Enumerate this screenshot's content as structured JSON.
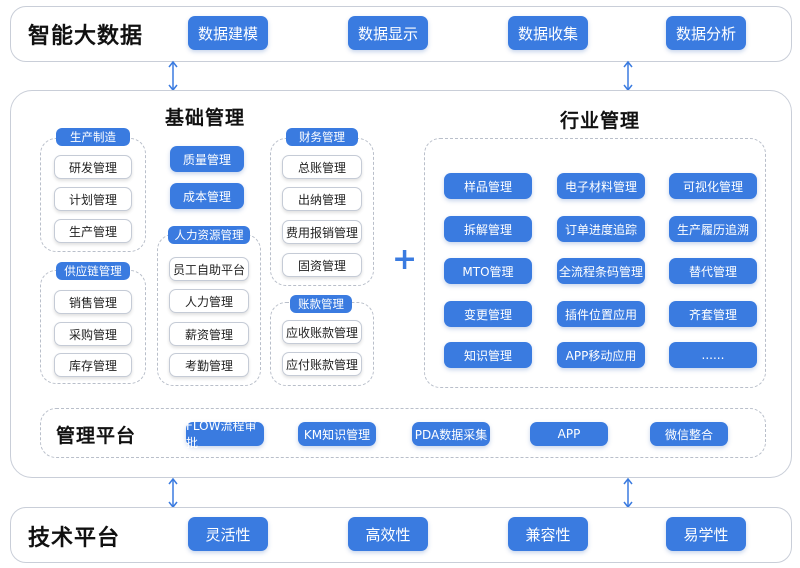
{
  "top": {
    "title": "智能大数据",
    "items": [
      "数据建模",
      "数据显示",
      "数据收集",
      "数据分析"
    ]
  },
  "basic": {
    "title": "基础管理",
    "production": {
      "label": "生产制造",
      "items": [
        "研发管理",
        "计划管理",
        "生产管理"
      ]
    },
    "supply": {
      "label": "供应链管理",
      "items": [
        "销售管理",
        "采购管理",
        "库存管理"
      ]
    },
    "standalone": [
      "质量管理",
      "成本管理"
    ],
    "hr": {
      "label": "人力资源管理",
      "items": [
        "员工自助平台",
        "人力管理",
        "薪资管理",
        "考勤管理"
      ]
    },
    "finance": {
      "label": "财务管理",
      "items": [
        "总账管理",
        "出纳管理",
        "费用报销管理",
        "固资管理"
      ]
    },
    "accounts": {
      "label": "账款管理",
      "items": [
        "应收账款管理",
        "应付账款管理"
      ]
    }
  },
  "plus_sign": "+",
  "industry": {
    "title": "行业管理",
    "items": [
      "样品管理",
      "电子材料管理",
      "可视化管理",
      "拆解管理",
      "订单进度追踪",
      "生产履历追溯",
      "MTO管理",
      "全流程条码管理",
      "替代管理",
      "变更管理",
      "插件位置应用",
      "齐套管理",
      "知识管理",
      "APP移动应用",
      "......"
    ]
  },
  "platform": {
    "title": "管理平台",
    "items": [
      "FLOW流程审批",
      "KM知识管理",
      "PDA数据采集",
      "APP",
      "微信整合"
    ]
  },
  "tech": {
    "title": "技术平台",
    "items": [
      "灵活性",
      "高效性",
      "兼容性",
      "易学性"
    ]
  },
  "colors": {
    "accent": "#3a7be0",
    "border": "#c9ced8"
  }
}
